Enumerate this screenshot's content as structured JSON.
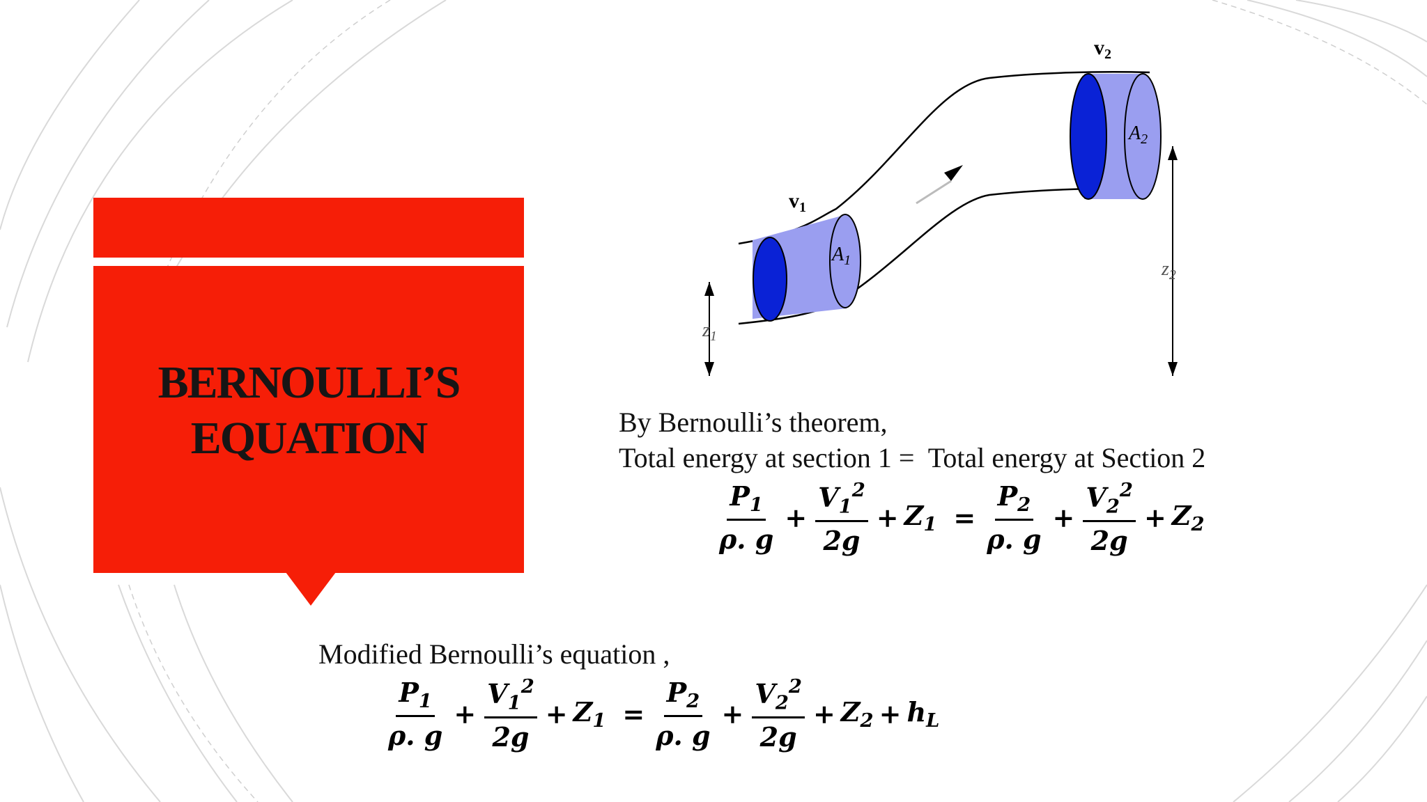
{
  "slide": {
    "title_line1": "BERNOULLI’S",
    "title_line2": "EQUATION",
    "accent_color": "#f61e07"
  },
  "diagram": {
    "v1": "v",
    "v1_sub": "1",
    "v2": "v",
    "v2_sub": "2",
    "a1": "A",
    "a1_sub": "1",
    "a2": "A",
    "a2_sub": "2",
    "z1": "z",
    "z1_sub": "1",
    "z2": "z",
    "z2_sub": "2",
    "pipe_face_color": "#0a22d6",
    "pipe_body_color": "#9a9ef0"
  },
  "theorem": {
    "line1": "By Bernoulli’s theorem,",
    "line2": "Total energy at section 1 =  Total energy at Section 2"
  },
  "modified": {
    "label": "Modified Bernoulli’s equation ,"
  },
  "equation": {
    "P": "P",
    "V": "V",
    "Z": "Z",
    "h": "h",
    "rho_g": "ρ. g",
    "two_g": "2g",
    "sub1": "1",
    "sub2": "2",
    "subL": "L",
    "sq": "2",
    "plus": "+",
    "equals": "="
  }
}
